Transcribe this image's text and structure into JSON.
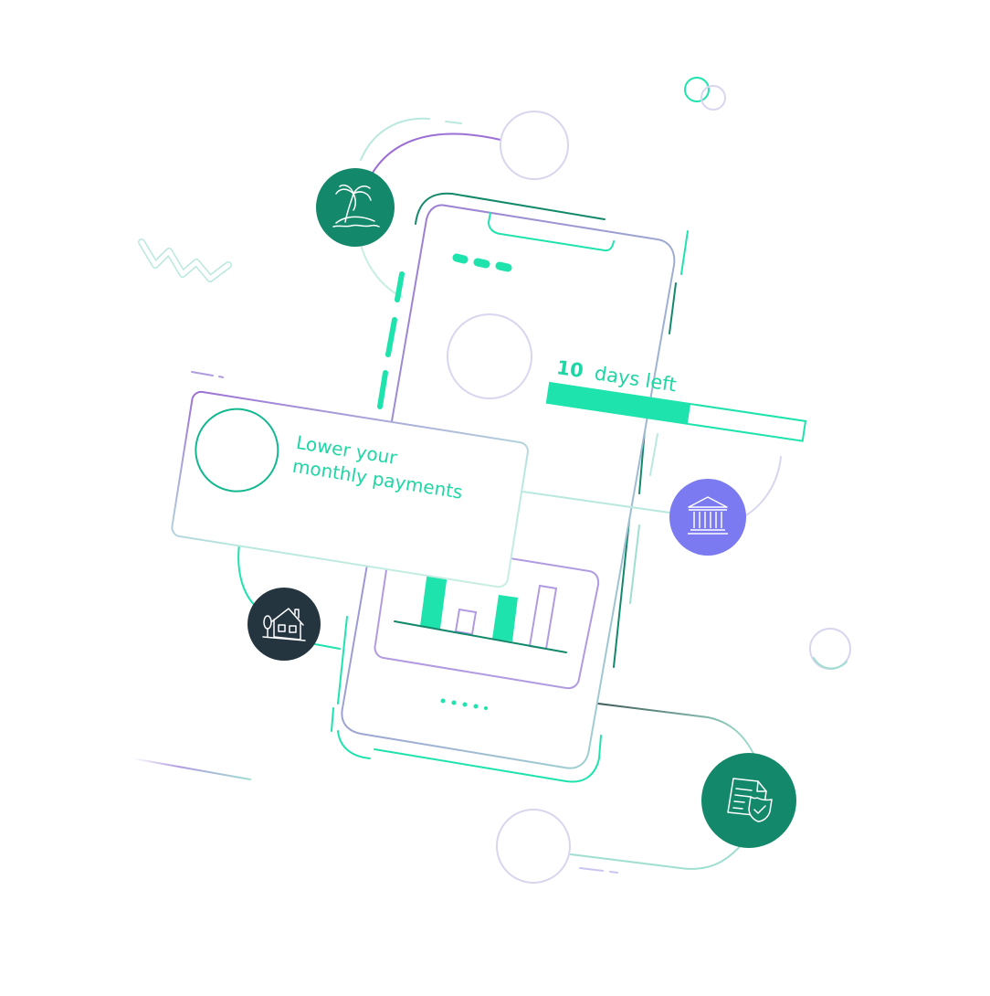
{
  "progress": {
    "number": "10",
    "suffix": "days left",
    "fill_fraction": 0.55
  },
  "card": {
    "line1": "Lower your",
    "line2": "monthly payments"
  },
  "icons": [
    "palm-tree-icon",
    "bank-icon",
    "house-icon",
    "document-shield-icon"
  ],
  "colors": {
    "mint": "#1fe3ad",
    "green": "#13886a",
    "purple": "#7b7af0",
    "navy": "#253540",
    "lavender": "#c9c6f2",
    "violet": "#9c6fd4",
    "teal": "#9fded0"
  }
}
